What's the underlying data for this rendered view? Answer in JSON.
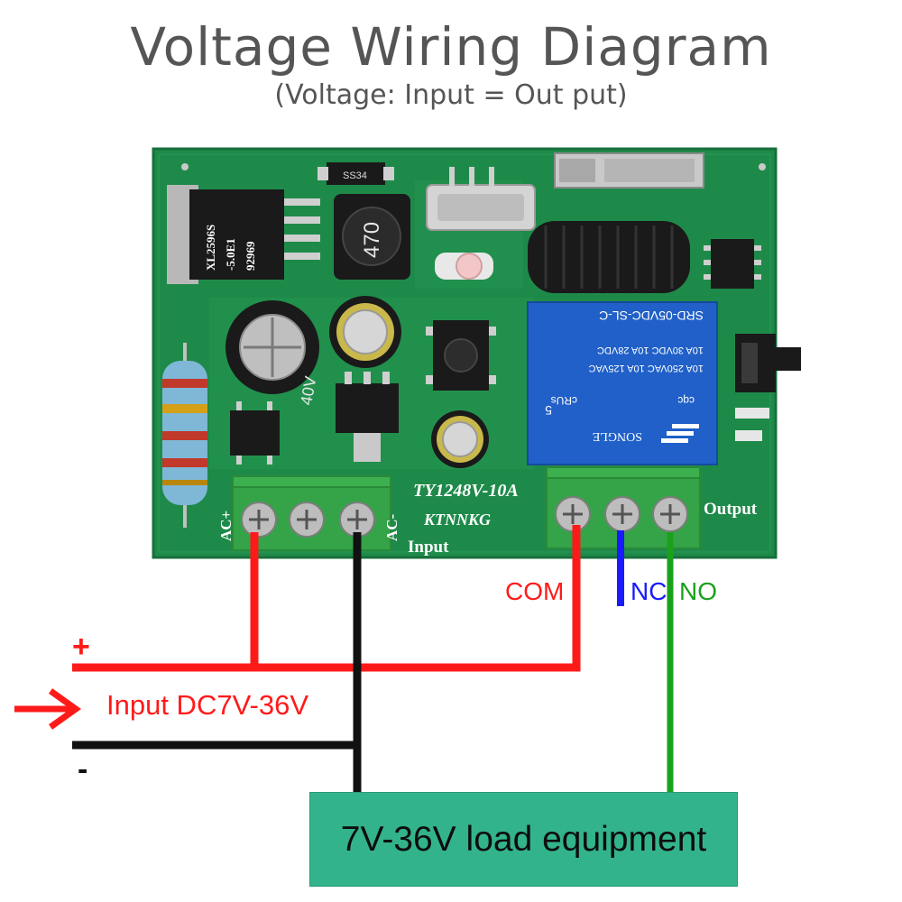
{
  "header": {
    "title": "Voltage Wiring Diagram",
    "subtitle": "(Voltage: Input = Out put)"
  },
  "board": {
    "regulator_lines": [
      "XL2596S",
      "-5.0E1",
      "92969"
    ],
    "inductor_label": "470",
    "diode_label": "SS34",
    "relay": {
      "lines": [
        "SRD-05VDC-SL-C",
        "10A 250VAC  10A 125VAC",
        "10A 30VDC  10A 28VDC"
      ],
      "brand": "SONGLE",
      "marks": [
        "cqc",
        "cRUs",
        "5"
      ]
    },
    "model": "TY1248V-10A",
    "brand_mark": "KTNNKG",
    "input_label": "Input",
    "output_label": "Output",
    "ac_plus": "AC+",
    "ac_minus": "AC-",
    "cap_label": "40V"
  },
  "labels": {
    "com": "COM",
    "nc": "NC",
    "no": "NO",
    "plus": "+",
    "minus": "-",
    "input_dc": "Input DC7V-36V"
  },
  "load": {
    "label": "7V-36V load equipment"
  },
  "colors": {
    "pcb": "#1e8a4a",
    "terminal": "#3cb04e",
    "relay": "#2060c8",
    "positive_wire": "#ff1a1a",
    "negative_wire": "#111111",
    "nc_wire": "#1a1aff",
    "no_wire": "#1aa11a",
    "load_box": "#33b38c"
  },
  "icons": [
    "arrow-right-icon"
  ]
}
